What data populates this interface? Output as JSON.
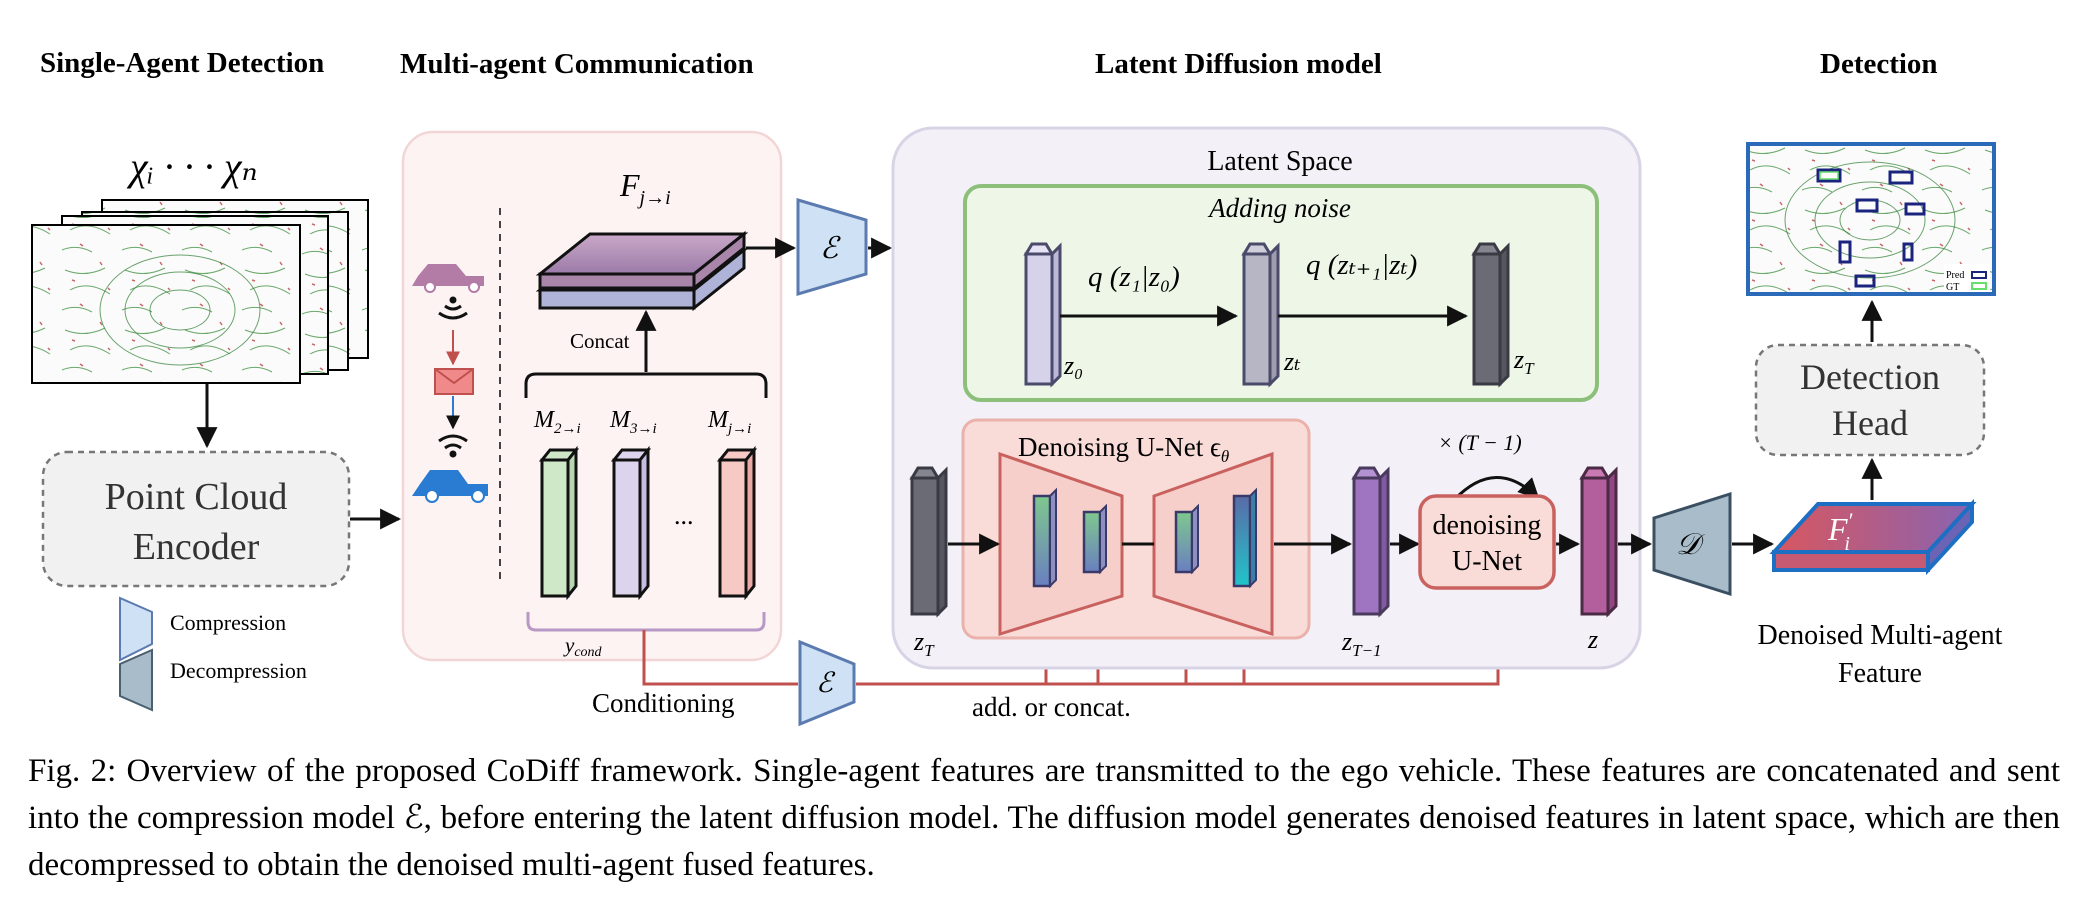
{
  "sections": {
    "single_agent": "Single-Agent Detection",
    "multi_agent": "Multi-agent Communication",
    "latent_diffusion": "Latent Diffusion model",
    "detection": "Detection"
  },
  "single_agent": {
    "inputs": "χᵢ · · · χₙ",
    "encoder_line1": "Point Cloud",
    "encoder_line2": "Encoder"
  },
  "legend": {
    "compression": "Compression",
    "decompression": "Decompression"
  },
  "multi_agent": {
    "fused_feature": "F",
    "fused_sub": "j→i",
    "concat": "Concat",
    "msg_labels": [
      {
        "main": "M",
        "sub": "2→i"
      },
      {
        "main": "M",
        "sub": "3→i"
      },
      {
        "main": "M",
        "sub": "j→i"
      }
    ],
    "ellipsis": "...",
    "ycond": "y",
    "ycond_sub": "cond",
    "conditioning": "Conditioning"
  },
  "encoder_symbol": "ℰ",
  "decoder_symbol": "𝒟",
  "latent": {
    "latent_space": "Latent Space",
    "adding_noise": "Adding noise",
    "q1": "q (z₁|z₀)",
    "q2": "q (zₜ₊₁|zₜ)",
    "z0": "z₀",
    "zt": "zₜ",
    "zT": "z",
    "zT_sub": "T",
    "unet_title": "Denoising U-Net  ϵ",
    "unet_theta": "θ",
    "zT_in": "z",
    "zT_in_sub": "T",
    "zT1": "z",
    "zT1_sub": "T−1",
    "z": "z",
    "repeat": "× (T − 1)",
    "denoise_line1": "denoising",
    "denoise_line2": "U-Net",
    "add_concat": "add. or concat."
  },
  "detection": {
    "head_line1": "Detection",
    "head_line2": "Head",
    "output_feature": "F",
    "output_sup": "′",
    "output_sub": "i",
    "output_label_line1": "Denoised Multi-agent",
    "output_label_line2": "Feature",
    "legend_pred": "Pred",
    "legend_gt": "GT"
  },
  "caption": "Fig. 2: Overview of the proposed CoDiff framework. Single-agent features are transmitted to the ego vehicle. These features are concatenated and sent into the compression model ℰ, before entering the latent diffusion model. The diffusion model generates denoised features in latent space, which are then decompressed to obtain the denoised multi-agent fused features.",
  "colors": {
    "comm_panel_bg": "#fdf3f3",
    "latent_panel_bg": "#f3f1f7",
    "noise_panel_border": "#8cc07a",
    "noise_panel_bg": "#edf6e7",
    "unet_panel_bg": "#f9dcd8",
    "unet_border": "#c9615f",
    "encoder_fill": "#cfe2f5",
    "decoder_fill": "#a9bcc9",
    "conditioning_line": "#c0504d",
    "detection_border": "#2a6ab8"
  }
}
